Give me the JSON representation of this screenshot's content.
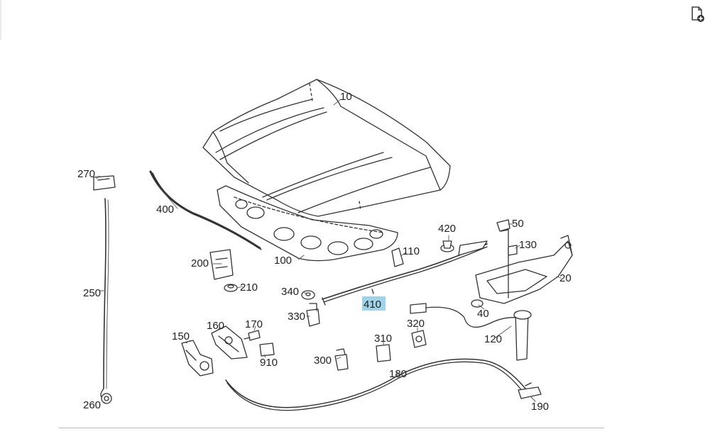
{
  "toolbar": {
    "add_to_list_icon": "document-add-icon"
  },
  "diagram": {
    "highlight_color": "#9fd3ea",
    "line_color": "#333333",
    "selected_callout": "410",
    "callouts": [
      {
        "id": "10"
      },
      {
        "id": "20"
      },
      {
        "id": "40"
      },
      {
        "id": "50"
      },
      {
        "id": "100"
      },
      {
        "id": "110"
      },
      {
        "id": "120"
      },
      {
        "id": "130"
      },
      {
        "id": "150"
      },
      {
        "id": "160"
      },
      {
        "id": "170"
      },
      {
        "id": "180"
      },
      {
        "id": "190"
      },
      {
        "id": "200"
      },
      {
        "id": "210"
      },
      {
        "id": "250"
      },
      {
        "id": "260"
      },
      {
        "id": "270"
      },
      {
        "id": "300"
      },
      {
        "id": "310"
      },
      {
        "id": "320"
      },
      {
        "id": "330"
      },
      {
        "id": "340"
      },
      {
        "id": "400"
      },
      {
        "id": "410"
      },
      {
        "id": "420"
      },
      {
        "id": "910"
      }
    ]
  }
}
